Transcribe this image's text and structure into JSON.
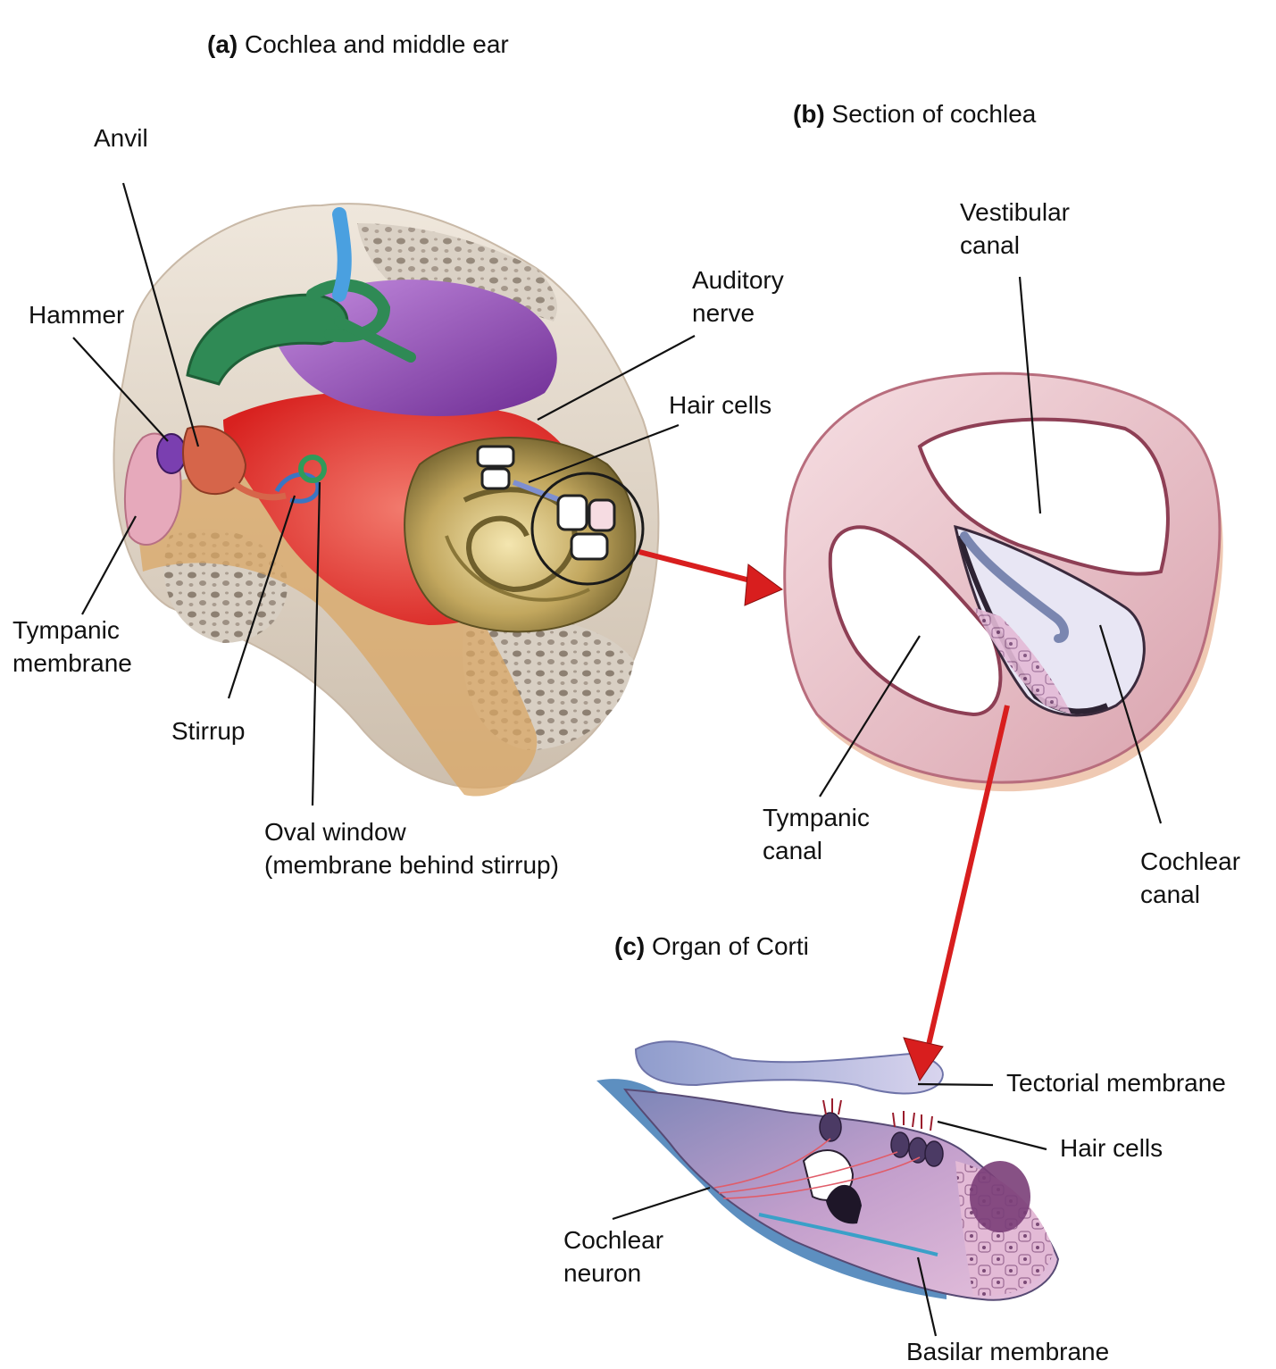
{
  "panels": {
    "a": {
      "letter": "(a)",
      "title": "Cochlea and middle ear"
    },
    "b": {
      "letter": "(b)",
      "title": "Section of cochlea"
    },
    "c": {
      "letter": "(c)",
      "title": "Organ of Corti"
    }
  },
  "labels": {
    "anvil": "Anvil",
    "hammer": "Hammer",
    "tympanic_membrane": "Tympanic\nmembrane",
    "stirrup": "Stirrup",
    "oval_window": "Oval window\n(membrane behind stirrup)",
    "auditory_nerve": "Auditory\nnerve",
    "hair_cells_a": "Hair cells",
    "vestibular_canal": "Vestibular\ncanal",
    "tympanic_canal": "Tympanic\ncanal",
    "cochlear_canal": "Cochlear\ncanal",
    "tectorial_membrane": "Tectorial membrane",
    "hair_cells_c": "Hair cells",
    "cochlear_neuron": "Cochlear\nneuron",
    "basilar_membrane": "Basilar membrane"
  },
  "colors": {
    "arrow": "#d81e1e",
    "ossicle_green": "#2f8a55",
    "vestibule_purple": "#8a3fb0",
    "cochlea_gold": "#b59a52",
    "nerve_red": "#e23a36",
    "bone": "#e6ddd2",
    "tissue_pink": "#e8b8c4",
    "tectorial_lavender": "#b8b4dc"
  }
}
